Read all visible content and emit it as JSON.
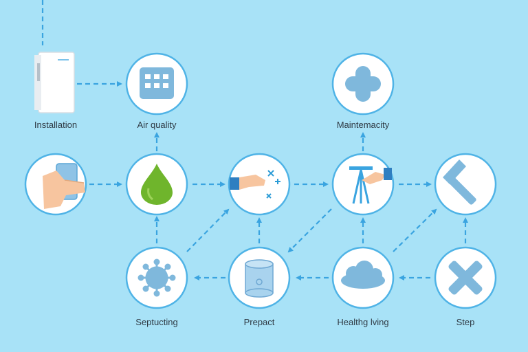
{
  "diagram": {
    "colors": {
      "background": "#a8e2f7",
      "arrow": "#3aa4e0",
      "node_fill": "#ffffff",
      "node_stroke": "#4fb3e6",
      "icon_blue": "#7fb8dc",
      "icon_green": "#6fb52c",
      "skin": "#f7c59f"
    },
    "labels": {
      "installation": "Installation",
      "air_quality": "Air quality",
      "maintenance": "Maintemacity",
      "septucting": "Septucting",
      "prepact": "Prepact",
      "healthg_living": "Healthg lving",
      "step": "Step"
    },
    "nodes": [
      {
        "id": "air-quality",
        "icon": "grid-icon"
      },
      {
        "id": "maintenance",
        "icon": "plus-icon"
      },
      {
        "id": "phone",
        "icon": "hand-phone-icon"
      },
      {
        "id": "water",
        "icon": "water-drop-icon"
      },
      {
        "id": "tools",
        "icon": "hand-tools-icon"
      },
      {
        "id": "tripod",
        "icon": "tripod-icon"
      },
      {
        "id": "hammer",
        "icon": "hammer-icon"
      },
      {
        "id": "septucting",
        "icon": "virus-icon"
      },
      {
        "id": "prepact",
        "icon": "cylinder-icon"
      },
      {
        "id": "healthg-living",
        "icon": "cloud-icon"
      },
      {
        "id": "step",
        "icon": "cross-icon"
      }
    ],
    "standalone": [
      {
        "id": "installation",
        "icon": "air-purifier-icon"
      }
    ]
  }
}
